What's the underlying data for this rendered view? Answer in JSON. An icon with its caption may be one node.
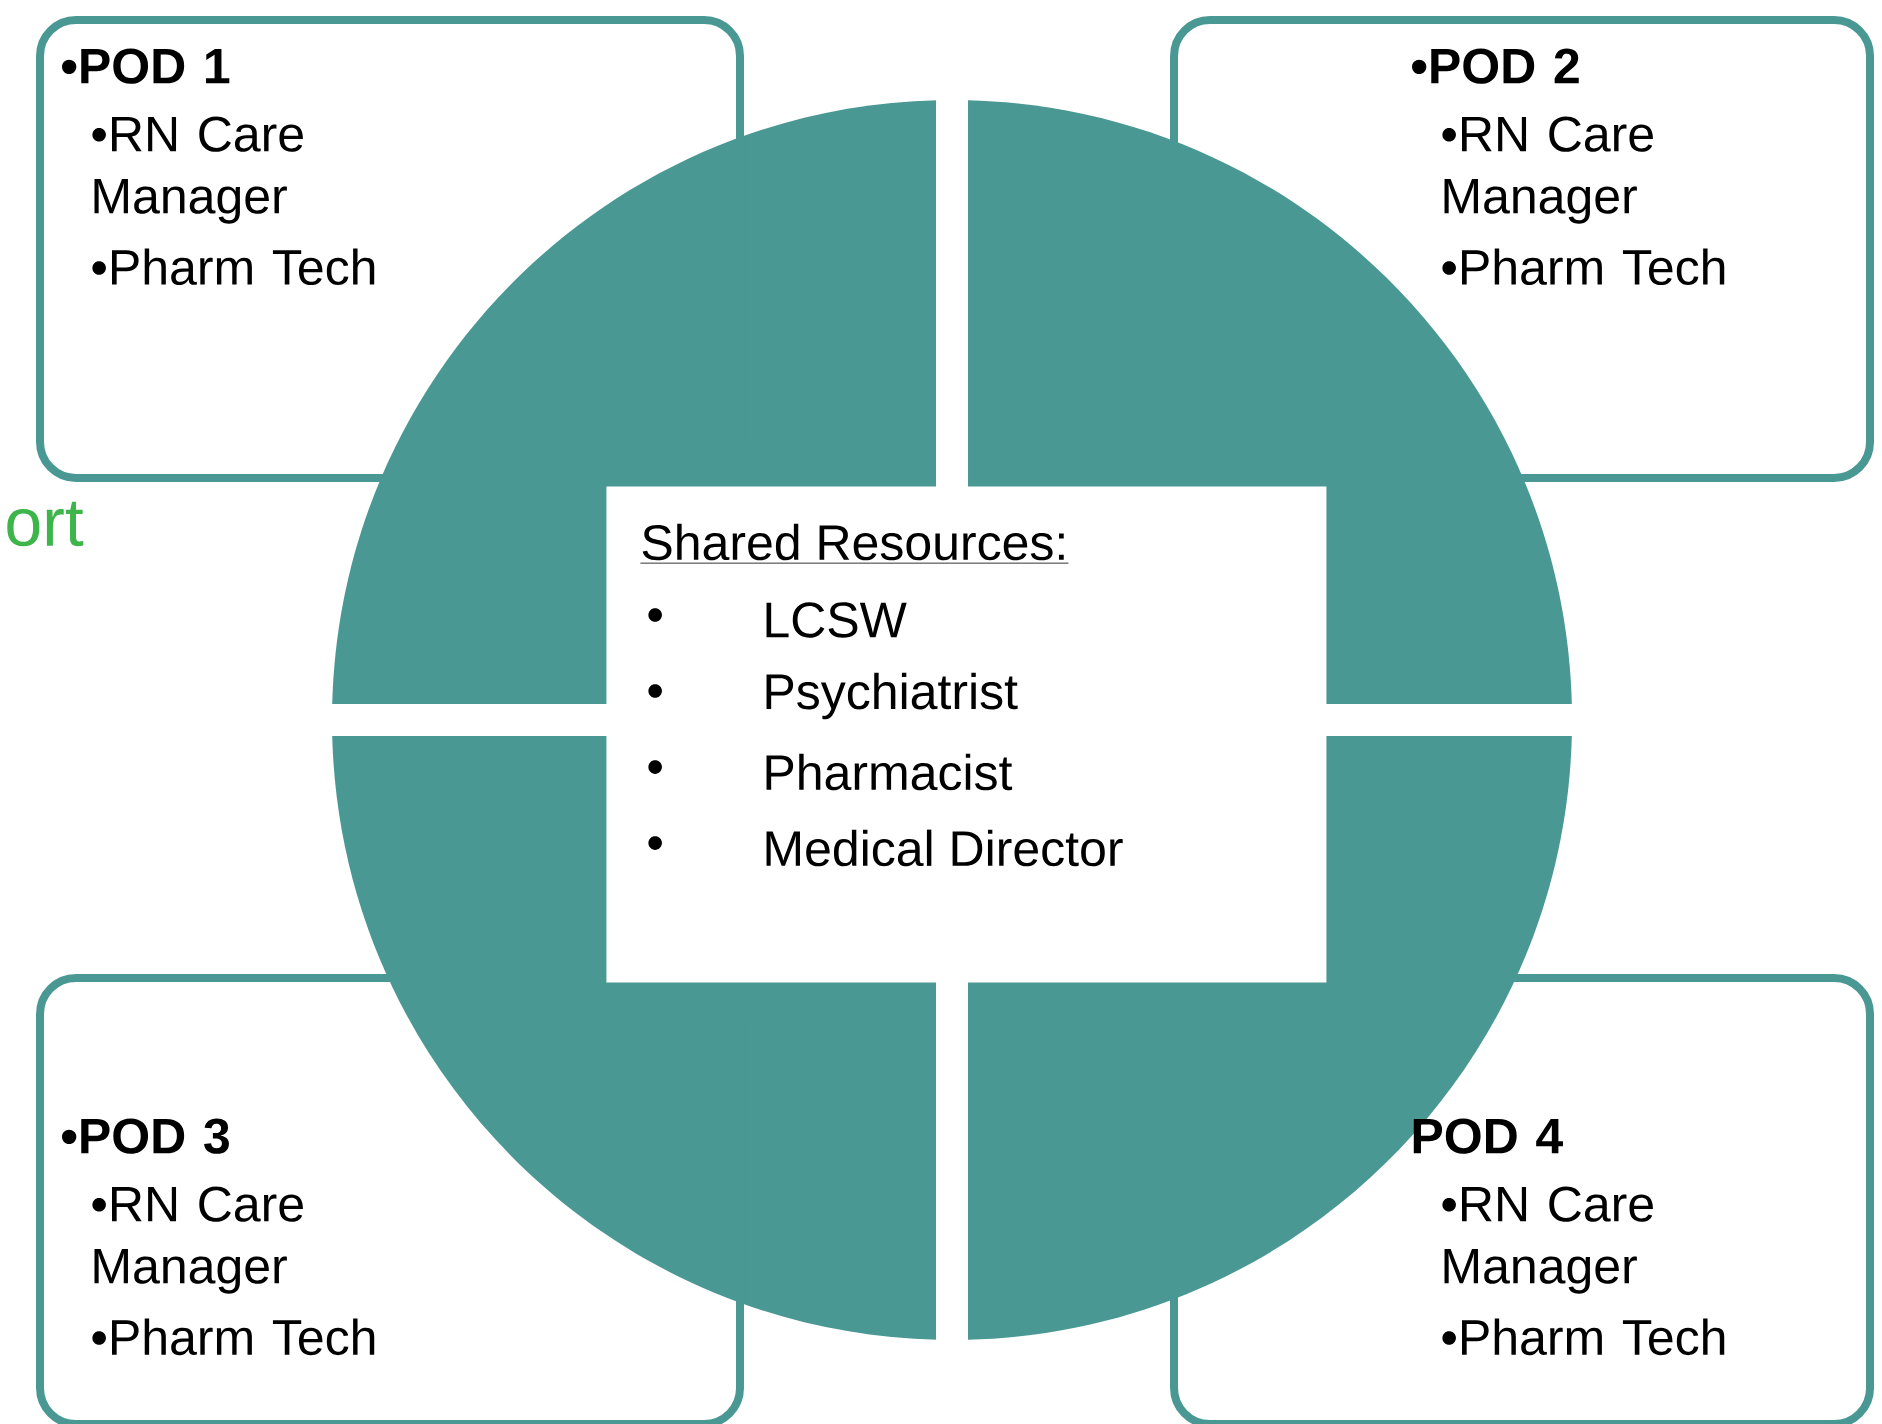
{
  "diagram": {
    "nodes": [
      {
        "text": [
          "•POD 1",
          "•RN Care Manager",
          "•Pharm Tech"
        ]
      },
      {
        "text": [
          "•POD 2",
          "•RN Care Manager",
          "•Pharm Tech"
        ]
      },
      {
        "text": [
          "•POD 3",
          "•RN Care Manager",
          "•Pharm Tech"
        ]
      },
      {
        "text": [
          "POD 4",
          "•RN Care Manager",
          "•Pharm Tech"
        ]
      },
      {
        "text": [
          "Shared Resources:",
          "•",
          "LCSW",
          "•",
          "Psychiatrist",
          "•",
          "Pharmacist",
          "•",
          "Medical Director"
        ]
      }
    ],
    "labels": [
      "ort"
    ]
  }
}
